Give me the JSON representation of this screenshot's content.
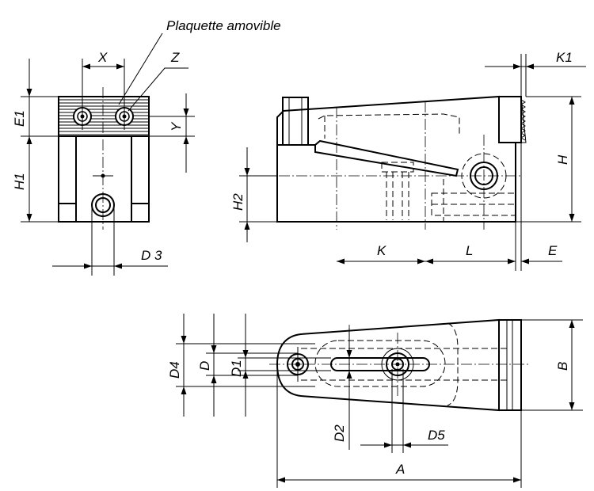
{
  "callouts": {
    "removable_insert": "Plaquette amovible"
  },
  "dimensions": {
    "x": "X",
    "z": "Z",
    "e1": "E1",
    "y": "Y",
    "h1": "H1",
    "d3": "D 3",
    "k1": "K1",
    "h": "H",
    "h2": "H2",
    "k": "K",
    "l": "L",
    "e": "E",
    "d4": "D4",
    "d": "D",
    "d1": "D1",
    "b": "B",
    "d2": "D2",
    "d5": "D5",
    "a": "A"
  }
}
